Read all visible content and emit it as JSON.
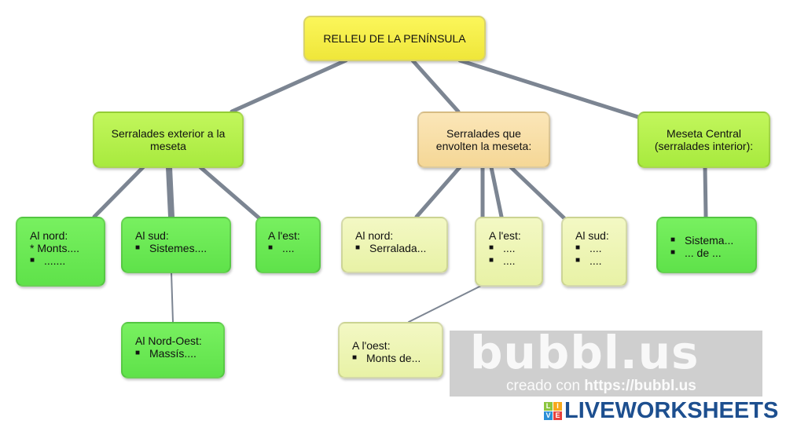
{
  "root": {
    "label": "RELLEU DE LA PENÍNSULA"
  },
  "branches": [
    {
      "label": "Serralades exterior a la meseta"
    },
    {
      "label": "Serralades que envolten la meseta:"
    },
    {
      "label": "Meseta Central (serralades interior):"
    }
  ],
  "exterior": {
    "nord": {
      "title": "Al nord:",
      "line1": "* Monts....",
      "bullet": "......."
    },
    "sud": {
      "title": "Al sud:",
      "bullet": "Sistemes...."
    },
    "est": {
      "title": "A l'est:",
      "bullet": "...."
    },
    "nordoest": {
      "title": "Al Nord-Oest:",
      "bullet": "Massís...."
    }
  },
  "envolten": {
    "nord": {
      "title": "Al nord:",
      "bullet": "Serralada..."
    },
    "est": {
      "title": "A l'est:",
      "bullets": [
        "....",
        "...."
      ]
    },
    "sud": {
      "title": "Al sud:",
      "bullets": [
        "....",
        "...."
      ]
    },
    "oest": {
      "title": "A l'oest:",
      "bullet": "Monts de..."
    }
  },
  "central": {
    "bullets": [
      "Sistema...",
      "... de ..."
    ]
  },
  "watermark": {
    "logo": "bubbl.us",
    "prefix": "creado con",
    "url": "https://bubbl.us"
  },
  "brand": {
    "icon_letters": [
      "L",
      "I",
      "V",
      "E"
    ],
    "text": "LIVEWORKSHEETS"
  }
}
